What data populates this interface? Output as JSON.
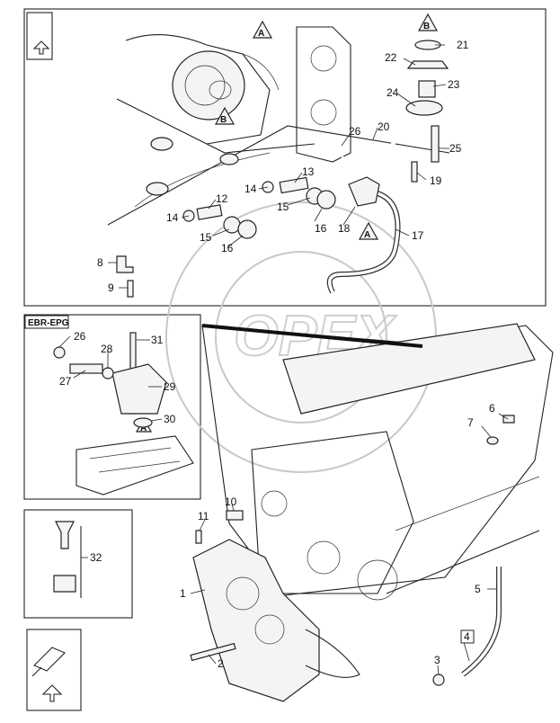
{
  "inset_title": "EBR-EPG",
  "view_markers": [
    "A",
    "B",
    "A",
    "B",
    "A"
  ],
  "watermark": "OPEX",
  "callouts": {
    "c1": "1",
    "c2": "2",
    "c3": "3",
    "c4": "4",
    "c5": "5",
    "c6": "6",
    "c7": "7",
    "c8": "8",
    "c9": "9",
    "c10": "10",
    "c11": "11",
    "c12": "12",
    "c13": "13",
    "c14a": "14",
    "c14b": "14",
    "c15a": "15",
    "c15b": "15",
    "c16a": "16",
    "c16b": "16",
    "c17": "17",
    "c18": "18",
    "c19": "19",
    "c20": "20",
    "c21": "21",
    "c22": "22",
    "c23": "23",
    "c24": "24",
    "c25": "25",
    "c26": "26",
    "c26b": "26",
    "c27": "27",
    "c28": "28",
    "c29": "29",
    "c30": "30",
    "c31": "31",
    "c32": "32"
  }
}
